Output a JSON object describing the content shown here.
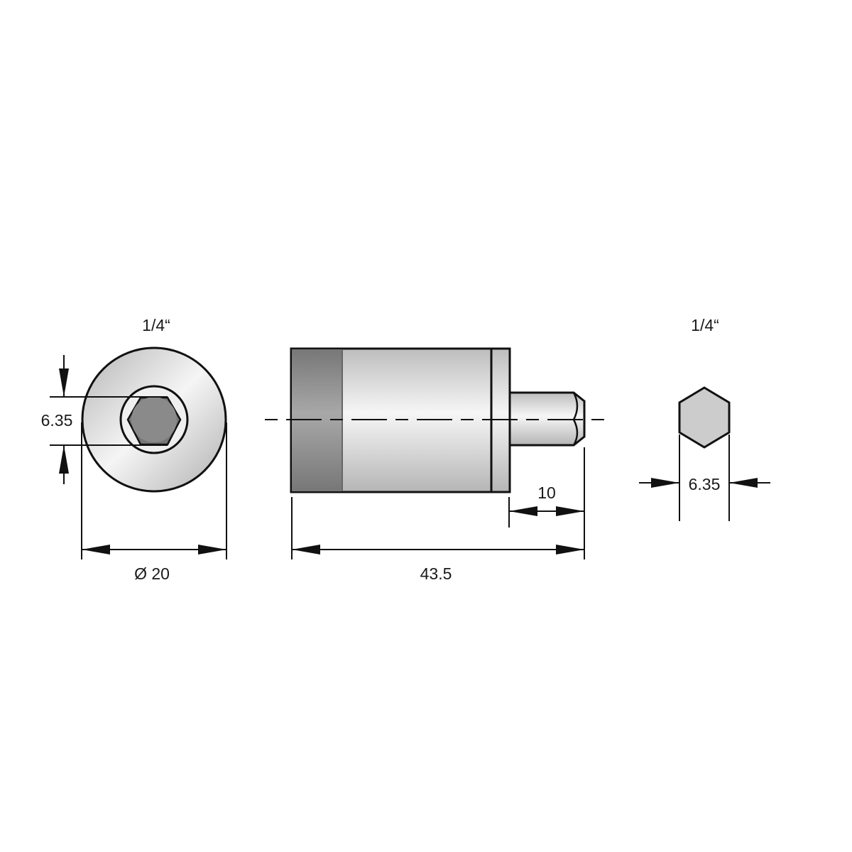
{
  "views": {
    "front": {
      "label": "1/4“",
      "hex_size": "6.35",
      "diameter": "Ø 20"
    },
    "side": {
      "shank_length": "10",
      "overall_length": "43.5"
    },
    "hex_end": {
      "label": "1/4“",
      "hex_size": "6.35"
    }
  },
  "colors": {
    "line": "#111111",
    "body_light": "#f2f2f2",
    "body_shade": "#b8b8b8",
    "dark_band": "#8c8c8c",
    "hex_fill": "#cccccc",
    "core": "#8a8a8a"
  }
}
